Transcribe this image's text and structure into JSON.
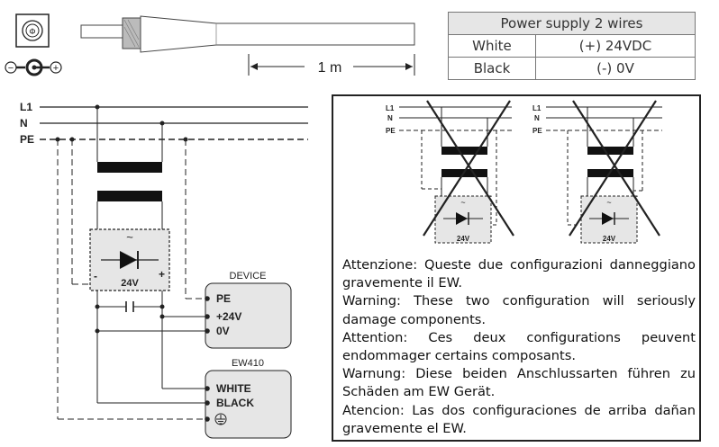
{
  "cable": {
    "connector_center_symbol": "Φ",
    "polarity_minus": "−",
    "polarity_plus": "+",
    "length_label": "1 m"
  },
  "power_table": {
    "title": "Power supply 2 wires",
    "rows": [
      {
        "wire": "White",
        "value": "(+) 24VDC"
      },
      {
        "wire": "Black",
        "value": "(-) 0V"
      }
    ]
  },
  "wiring": {
    "l1": "L1",
    "n": "N",
    "pe": "PE",
    "ac_symbol": "~",
    "minus": "-",
    "plus": "+",
    "psu_voltage": "24V",
    "device_title": "DEVICE",
    "device_pe": "PE",
    "device_24v": "+24V",
    "device_0v": "0V",
    "ew_title": "EW410",
    "ew_white": "WHITE",
    "ew_black": "BLACK",
    "ew_ground_symbol": "⏚"
  },
  "warning": {
    "paragraphs": [
      {
        "lang": "Attenzione:",
        "text": "Queste due configurazioni danneggiano gravemente il EW."
      },
      {
        "lang": "Warning:",
        "text": "These two configuration will seriously damage components."
      },
      {
        "lang": "Attention:",
        "text": "Ces deux configurations peuvent endommager certains composants."
      },
      {
        "lang": "Warnung:",
        "text": "Diese beiden Anschlussarten führen zu Schäden am EW Gerät."
      },
      {
        "lang": "Atencion:",
        "text": "Las dos configuraciones de arriba dañan gravemente el EW."
      }
    ]
  }
}
